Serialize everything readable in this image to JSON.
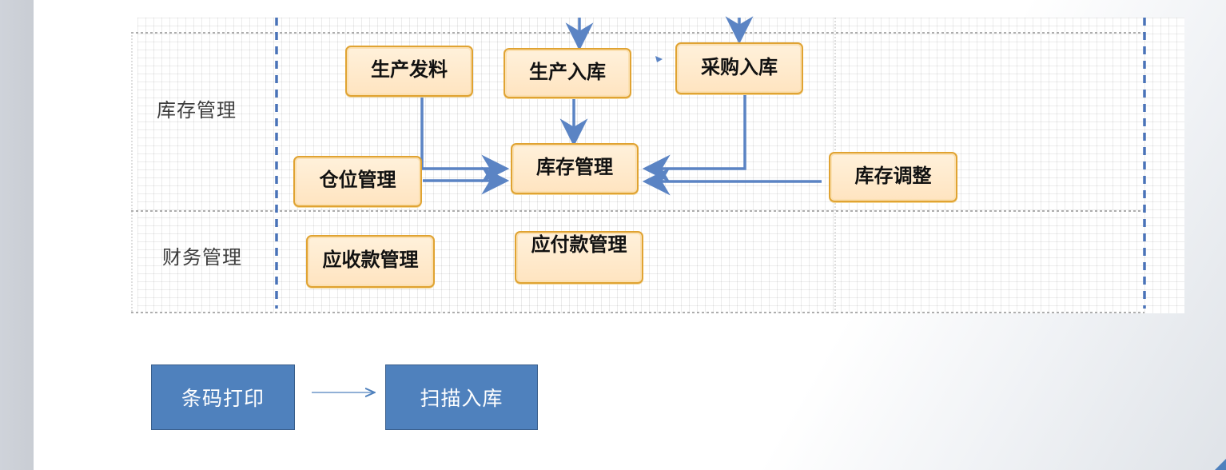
{
  "lanes": {
    "inventory_label": "库存管理",
    "finance_label": "财务管理"
  },
  "nodes": {
    "production_issue": "生产发料",
    "production_inbound": "生产入库",
    "purchase_inbound": "采购入库",
    "location_management": "仓位管理",
    "inventory_management": "库存管理",
    "inventory_adjustment": "库存调整",
    "receivables_management": "应收款管理",
    "payables_management": "应付款管理"
  },
  "lower_flow": {
    "barcode_print": "条码打印",
    "scan_inbound": "扫描入库"
  },
  "colors": {
    "node_fill": "#ffe4c0",
    "node_border": "#e0a332",
    "connector_blue": "#5b84c4",
    "box_blue": "#4f81bd"
  },
  "icons": {
    "flow_arrow": "arrow-right-icon"
  }
}
